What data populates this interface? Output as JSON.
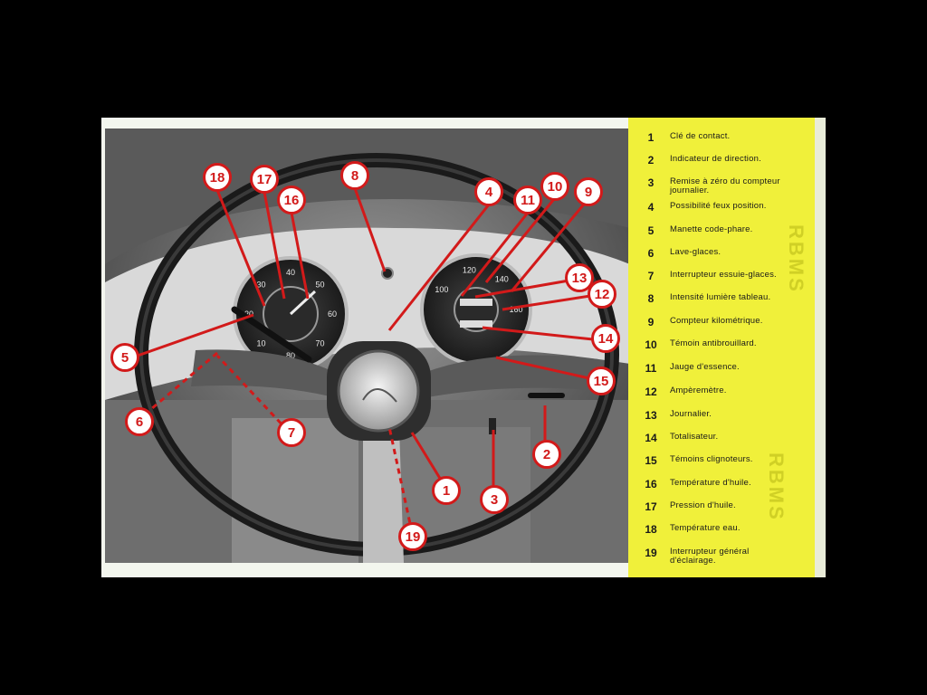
{
  "legend": [
    {
      "num": "1",
      "text": "Clé de contact."
    },
    {
      "num": "2",
      "text": "Indicateur de direction."
    },
    {
      "num": "3",
      "text": "Remise à zéro du compteur\njournalier."
    },
    {
      "num": "4",
      "text": "Possibilité feux position."
    },
    {
      "num": "5",
      "text": "Manette code-phare."
    },
    {
      "num": "6",
      "text": "Lave-glaces."
    },
    {
      "num": "7",
      "text": "Interrupteur essuie-glaces."
    },
    {
      "num": "8",
      "text": "Intensité lumière tableau."
    },
    {
      "num": "9",
      "text": "Compteur kilométrique."
    },
    {
      "num": "10",
      "text": "Témoin antibrouillard."
    },
    {
      "num": "11",
      "text": "Jauge d'essence."
    },
    {
      "num": "12",
      "text": "Ampèremètre."
    },
    {
      "num": "13",
      "text": "Journalier."
    },
    {
      "num": "14",
      "text": "Totalisateur."
    },
    {
      "num": "15",
      "text": "Témoins clignoteurs."
    },
    {
      "num": "16",
      "text": "Température d'huile."
    },
    {
      "num": "17",
      "text": "Pression d'huile."
    },
    {
      "num": "18",
      "text": "Température eau."
    },
    {
      "num": "19",
      "text": "Interrupteur général\nd'éclairage."
    }
  ],
  "watermark": "RBMS",
  "callouts": [
    "1",
    "2",
    "3",
    "4",
    "5",
    "6",
    "7",
    "8",
    "9",
    "10",
    "11",
    "12",
    "13",
    "14",
    "15",
    "16",
    "17",
    "18",
    "19"
  ],
  "colors": {
    "callout_red": "#d21a1a",
    "legend_bg": "#f0f03a",
    "sheet_bg": "#f3f6ee"
  },
  "gauges": {
    "left_ticks": [
      "40",
      "50",
      "60",
      "70",
      "80",
      "10",
      "20",
      "30"
    ],
    "right_ticks": [
      "100",
      "120",
      "140",
      "160"
    ]
  }
}
